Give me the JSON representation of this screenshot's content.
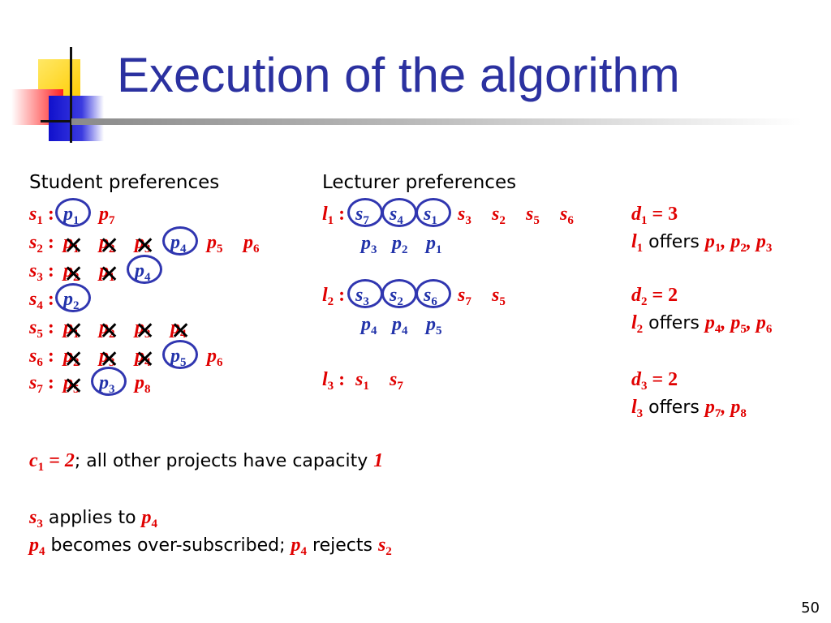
{
  "title": "Execution of the algorithm",
  "student_header": "Student preferences",
  "lecturer_header": "Lecturer preferences",
  "students": [
    {
      "name": "s",
      "sub": "1",
      "prefs": [
        {
          "n": "p",
          "s": "1",
          "circled": true
        },
        {
          "n": "p",
          "s": "7"
        }
      ]
    },
    {
      "name": "s",
      "sub": "2",
      "prefs": [
        {
          "n": "p",
          "s": "1",
          "crossed": true
        },
        {
          "n": "p",
          "s": "2",
          "crossed": true
        },
        {
          "n": "p",
          "s": "3",
          "crossed": true
        },
        {
          "n": "p",
          "s": "4",
          "circled": true
        },
        {
          "n": "p",
          "s": "5"
        },
        {
          "n": "p",
          "s": "6"
        }
      ]
    },
    {
      "name": "s",
      "sub": "3",
      "prefs": [
        {
          "n": "p",
          "s": "2",
          "crossed": true
        },
        {
          "n": "p",
          "s": "1",
          "crossed": true
        },
        {
          "n": "p",
          "s": "4",
          "circled": true
        }
      ]
    },
    {
      "name": "s",
      "sub": "4",
      "prefs": [
        {
          "n": "p",
          "s": "2",
          "circled": true
        }
      ]
    },
    {
      "name": "s",
      "sub": "5",
      "prefs": [
        {
          "n": "p",
          "s": "1",
          "crossed": true
        },
        {
          "n": "p",
          "s": "2",
          "crossed": true
        },
        {
          "n": "p",
          "s": "3",
          "crossed": true
        },
        {
          "n": "p",
          "s": "4",
          "crossed": true
        }
      ]
    },
    {
      "name": "s",
      "sub": "6",
      "prefs": [
        {
          "n": "p",
          "s": "2",
          "crossed": true
        },
        {
          "n": "p",
          "s": "3",
          "crossed": true
        },
        {
          "n": "p",
          "s": "4",
          "crossed": true
        },
        {
          "n": "p",
          "s": "5",
          "circled": true
        },
        {
          "n": "p",
          "s": "6"
        }
      ]
    },
    {
      "name": "s",
      "sub": "7",
      "prefs": [
        {
          "n": "p",
          "s": "5",
          "crossed": true
        },
        {
          "n": "p",
          "s": "3",
          "circled": true
        },
        {
          "n": "p",
          "s": "8"
        }
      ]
    }
  ],
  "lecturers": [
    {
      "name": "l",
      "sub": "1",
      "prefs": [
        "7",
        "4",
        "1",
        "3",
        "2",
        "5",
        "6"
      ],
      "circled": 3,
      "assigned": [
        "3",
        "2",
        "1"
      ]
    },
    {
      "name": "l",
      "sub": "2",
      "prefs": [
        "3",
        "2",
        "6",
        "7",
        "5"
      ],
      "circled": 3,
      "assigned": [
        "4",
        "4",
        "5"
      ]
    },
    {
      "name": "l",
      "sub": "3",
      "prefs": [
        "1",
        "7"
      ],
      "circled": 0,
      "assigned": []
    }
  ],
  "capacities": [
    {
      "d": "d",
      "sub": "1",
      "eq": "= 3",
      "who": "l",
      "wsub": "1",
      "offers": "offers",
      "projects": [
        "1",
        "2",
        "3"
      ]
    },
    {
      "d": "d",
      "sub": "2",
      "eq": "= 2",
      "who": "l",
      "wsub": "2",
      "offers": "offers",
      "projects": [
        "4",
        "5",
        "6"
      ]
    },
    {
      "d": "d",
      "sub": "3",
      "eq": "= 2",
      "who": "l",
      "wsub": "3",
      "offers": "offers",
      "projects": [
        "7",
        "8"
      ]
    }
  ],
  "capacity_note": {
    "c": "c",
    "csub": "1",
    "eq": " = 2",
    "text": "; all other projects have capacity ",
    "val": "1"
  },
  "step1": {
    "s": "s",
    "ssub": "3",
    "text": " applies to ",
    "p": "p",
    "psub": "4"
  },
  "step2": {
    "p": "p",
    "psub": "4",
    "text1": " becomes over-subscribed; ",
    "p2": "p",
    "p2sub": "4",
    "text2": " rejects ",
    "s": "s",
    "ssub": "2"
  },
  "page_number": "50"
}
